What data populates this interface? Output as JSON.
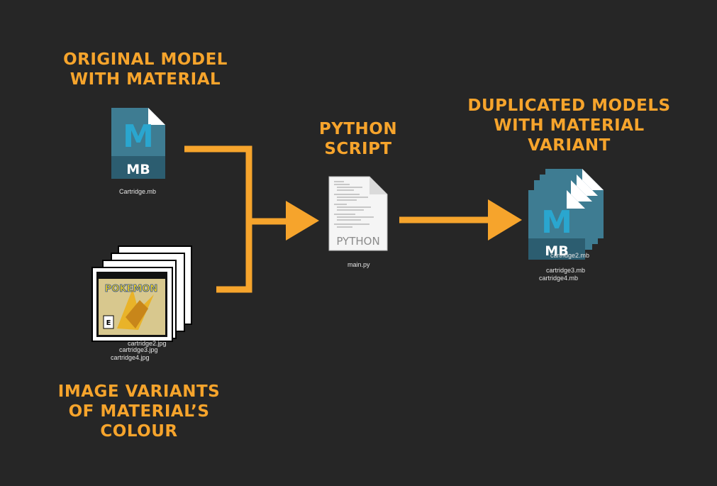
{
  "colors": {
    "background": "#262626",
    "accent": "#f6a42c",
    "mb_file": "#3e7c92",
    "mb_band": "#2c5d70",
    "mb_letter": "#2aa6cf"
  },
  "original": {
    "heading_lines": [
      "ORIGINAL MODEL",
      "WITH MATERIAL"
    ],
    "file_icon": "maya-mb-file-icon",
    "file_badge": "MB",
    "file_letter": "M",
    "filename": "Cartridge.mb"
  },
  "images": {
    "heading_lines": [
      "IMAGE VARIANTS",
      "OF MATERIAL’S",
      "COLOUR"
    ],
    "file_icon": "image-stack-icon",
    "cover_logo": "POKEMON",
    "filenames": [
      "cartridge2.jpg",
      "cartridge3.jpg",
      "cartridge4.jpg"
    ]
  },
  "script": {
    "heading_lines": [
      "PYTHON",
      "SCRIPT"
    ],
    "file_icon": "python-file-icon",
    "file_label": "PYTHON",
    "filename": "main.py"
  },
  "output": {
    "heading_lines": [
      "DUPLICATED MODELS",
      "WITH MATERIAL",
      "VARIANT"
    ],
    "file_icon": "maya-mb-file-stack-icon",
    "file_badge": "MB",
    "file_letter": "M",
    "filenames": [
      "cartridge2.mb",
      "cartridge3.mb",
      "cartridge4.mb"
    ]
  }
}
